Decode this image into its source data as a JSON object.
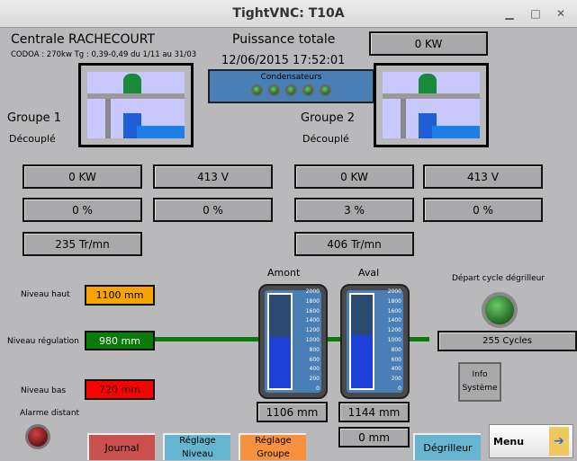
{
  "window": {
    "title": "TightVNC: T10A"
  },
  "header": {
    "station": "Centrale RACHECOURT",
    "codoa": "CODOA : 270kw Tg : 0,39-0,49 du 1/11 au 31/03",
    "total_label": "Puissance totale",
    "total_value": "0 KW",
    "datetime": "12/06/2015 17:52:01"
  },
  "condensateurs": {
    "label": "Condensateurs",
    "lamps": 5
  },
  "groupe1": {
    "title": "Groupe 1",
    "status": "Découplé",
    "power": "0 KW",
    "voltage": "413 V",
    "pct1": "0 %",
    "pct2": "0 %",
    "speed": "235 Tr/mn"
  },
  "groupe2": {
    "title": "Groupe 2",
    "status": "Découplé",
    "power": "0 KW",
    "voltage": "413 V",
    "pct1": "3 %",
    "pct2": "0 %",
    "speed": "406 Tr/mn"
  },
  "levels": {
    "haut_label": "Niveau haut",
    "haut_value": "1100 mm",
    "regulation_label": "Niveau régulation",
    "regulation_value": "980 mm",
    "bas_label": "Niveau bas",
    "bas_value": "720 mm",
    "alarm_label": "Alarme distant"
  },
  "colors": {
    "haut": "#f9a500",
    "regulation": "#0a7a0a",
    "bas": "#ff0000"
  },
  "tanks": {
    "scale": [
      "2000",
      "1800",
      "1600",
      "1400",
      "1200",
      "1000",
      "800",
      "600",
      "400",
      "200",
      "0"
    ],
    "max": 2000,
    "amont": {
      "label": "Amont",
      "value": 1106,
      "display": "1106 mm"
    },
    "aval": {
      "label": "Aval",
      "value": 1144,
      "display": "1144 mm",
      "extra": "0 mm"
    }
  },
  "degrilleur": {
    "label": "Départ cycle dégrilleur",
    "cycles": "255 Cycles",
    "info_line1": "Info",
    "info_line2": "Système"
  },
  "buttons": {
    "journal": "Journal",
    "reglage_niveau_1": "Réglage",
    "reglage_niveau_2": "Niveau",
    "reglage_groupe_1": "Réglage",
    "reglage_groupe_2": "Groupe",
    "degrilleur": "Dégrilleur",
    "menu": "Menu"
  }
}
